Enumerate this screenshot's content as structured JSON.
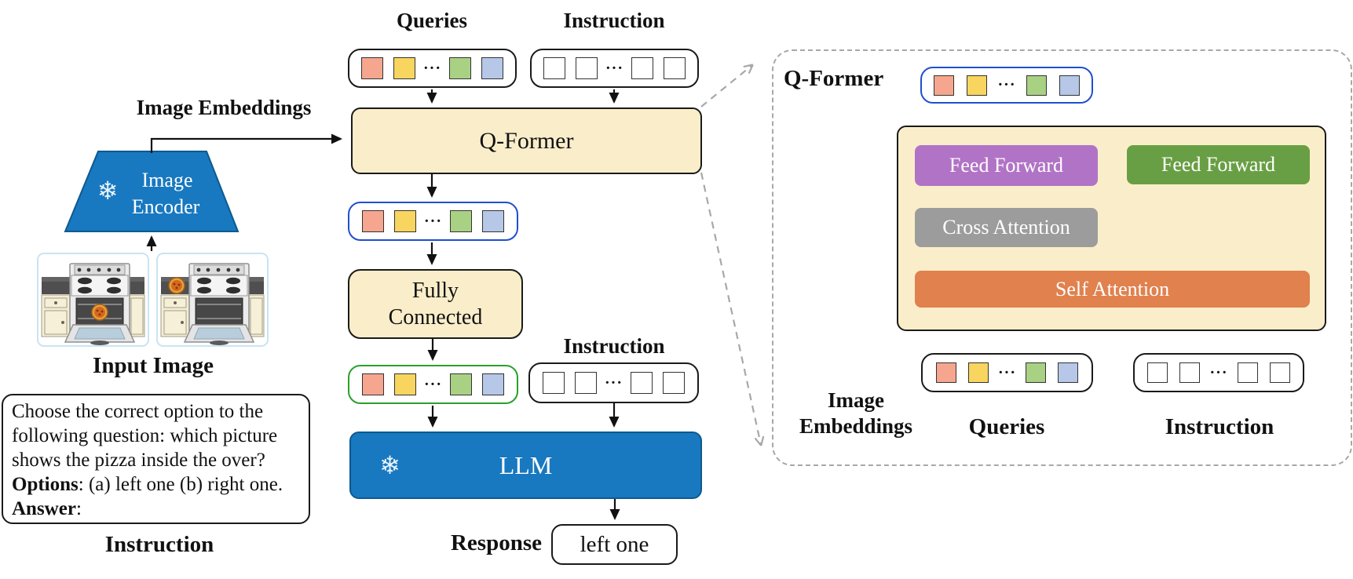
{
  "dots": "···",
  "colors": {
    "box_cream": "#faeeca",
    "frozen_blue": "#1878c0",
    "token_salmon": "#f6a68f",
    "token_yellow": "#f8d55f",
    "token_green": "#a9d183",
    "token_blue": "#b6c7e8",
    "token_box_blue_border": "#1f4fd0",
    "token_box_green_border": "#2ba02b",
    "feed_forward_purple": "#b173c6",
    "feed_forward_green": "#699f44",
    "cross_attention_gray": "#9c9c9c",
    "self_attention_orange": "#e0814e",
    "dashed_gray": "#a8a8a8"
  },
  "left": {
    "image_embeddings_label": "Image Embeddings",
    "encoder_line1": "Image",
    "encoder_line2": "Encoder",
    "snowflake": "❄",
    "input_image_label": "Input Image",
    "instruction_text": {
      "line1": "Choose the correct option to the",
      "line2": "following question: which picture",
      "line3": "shows the pizza inside the over?",
      "line4_bold": "Options",
      "line4_rest": ": (a) left one (b) right one.",
      "line5_bold": "Answer",
      "line5_rest": ":"
    },
    "instruction_label": "Instruction"
  },
  "middle": {
    "queries_label": "Queries",
    "instruction_label_top": "Instruction",
    "qformer_label": "Q-Former",
    "fc_line1": "Fully",
    "fc_line2": "Connected",
    "instruction_label_mid": "Instruction",
    "llm_label": "LLM",
    "llm_snowflake": "❄",
    "response_label": "Response",
    "response_value": "left one"
  },
  "right": {
    "panel_title": "Q-Former",
    "ff_left": "Feed Forward",
    "ff_right": "Feed Forward",
    "cross_attention": "Cross Attention",
    "self_attention": "Self Attention",
    "image_emb_line1": "Image",
    "image_emb_line2": "Embeddings",
    "queries_label": "Queries",
    "instruction_label": "Instruction"
  }
}
